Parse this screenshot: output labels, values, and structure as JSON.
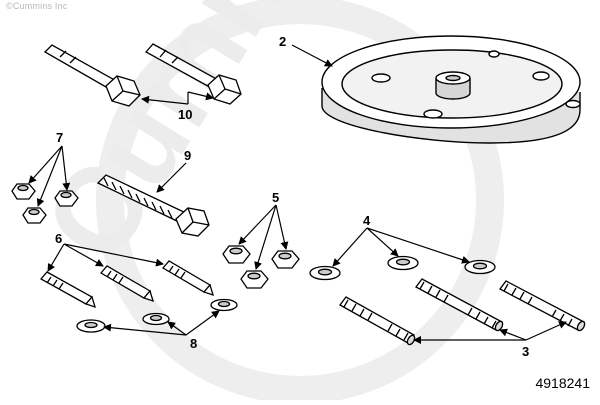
{
  "header": {
    "copyright": "©Cummins Inc"
  },
  "watermark": {
    "text": "Cummins"
  },
  "callouts": [
    {
      "id": "c2",
      "label": "2"
    },
    {
      "id": "c10",
      "label": "10"
    },
    {
      "id": "c7",
      "label": "7"
    },
    {
      "id": "c9",
      "label": "9"
    },
    {
      "id": "c6",
      "label": "6"
    },
    {
      "id": "c5",
      "label": "5"
    },
    {
      "id": "c4",
      "label": "4"
    },
    {
      "id": "c8",
      "label": "8"
    },
    {
      "id": "c3",
      "label": "3"
    }
  ],
  "footer": {
    "figure_number": "4918241"
  },
  "colors": {
    "part_fill": "#ffffff",
    "shade": "#d9d9d9",
    "line": "#000000",
    "watermark": "#e6e6e6"
  }
}
